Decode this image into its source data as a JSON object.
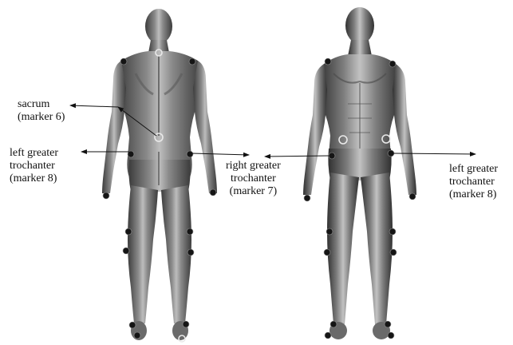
{
  "colors": {
    "background": "#ffffff",
    "body_light": "#b9b9b9",
    "body_dark": "#4a4a4a",
    "marker_ring": "#e9e9e9",
    "marker_dot": "#151515",
    "arrow": "#111111"
  },
  "labels": {
    "back_sacrum": [
      "sacrum",
      "(marker 6)"
    ],
    "back_left_trochanter": [
      "left greater",
      "trochanter",
      "(marker 8)"
    ],
    "front_right_trochanter": [
      "right  greater",
      "trochanter",
      "(marker 7)"
    ],
    "front_left_trochanter": [
      "left greater",
      "trochanter",
      "(marker 8)"
    ]
  }
}
